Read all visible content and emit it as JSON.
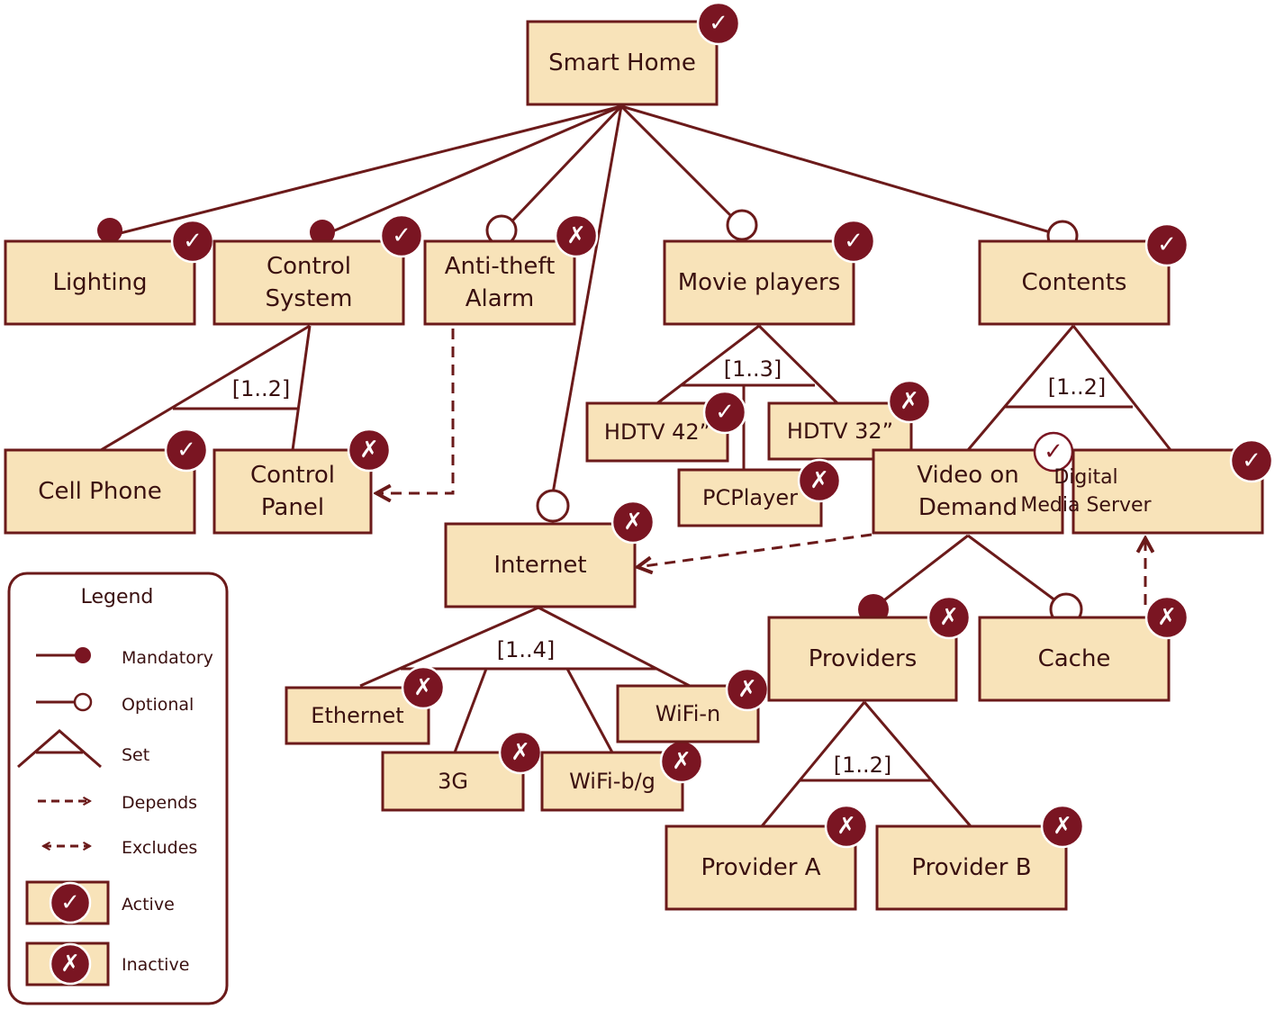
{
  "nodes": {
    "smart_home": {
      "lines": [
        "Smart Home"
      ],
      "state": "active"
    },
    "lighting": {
      "lines": [
        "Lighting"
      ],
      "state": "active"
    },
    "control_system": {
      "lines": [
        "Control",
        "System"
      ],
      "state": "active"
    },
    "anti_theft_alarm": {
      "lines": [
        "Anti-theft",
        "Alarm"
      ],
      "state": "inactive"
    },
    "movie_players": {
      "lines": [
        "Movie players"
      ],
      "state": "active"
    },
    "contents": {
      "lines": [
        "Contents"
      ],
      "state": "active"
    },
    "cell_phone": {
      "lines": [
        "Cell Phone"
      ],
      "state": "active"
    },
    "control_panel": {
      "lines": [
        "Control",
        "Panel"
      ],
      "state": "inactive"
    },
    "hdtv42": {
      "lines": [
        "HDTV 42”"
      ],
      "state": "active"
    },
    "hdtv32": {
      "lines": [
        "HDTV 32”"
      ],
      "state": "inactive"
    },
    "pcplayer": {
      "lines": [
        "PCPlayer"
      ],
      "state": "inactive"
    },
    "video_on_demand": {
      "lines": [
        "Video on",
        "Demand"
      ],
      "state": "active-outline"
    },
    "digital_media_server": {
      "lines": [
        "Digital",
        "Media Server"
      ],
      "state": "active"
    },
    "internet": {
      "lines": [
        "Internet"
      ],
      "state": "inactive"
    },
    "ethernet": {
      "lines": [
        "Ethernet"
      ],
      "state": "inactive"
    },
    "g3": {
      "lines": [
        "3G"
      ],
      "state": "inactive"
    },
    "wifi_bg": {
      "lines": [
        "WiFi-b/g"
      ],
      "state": "inactive"
    },
    "wifi_n": {
      "lines": [
        "WiFi-n"
      ],
      "state": "inactive"
    },
    "providers": {
      "lines": [
        "Providers"
      ],
      "state": "inactive"
    },
    "cache": {
      "lines": [
        "Cache"
      ],
      "state": "inactive"
    },
    "provider_a": {
      "lines": [
        "Provider A"
      ],
      "state": "inactive"
    },
    "provider_b": {
      "lines": [
        "Provider B"
      ],
      "state": "inactive"
    }
  },
  "sets": {
    "control_system": "[1..2]",
    "movie_players": "[1..3]",
    "contents": "[1..2]",
    "internet": "[1..4]",
    "providers": "[1..2]"
  },
  "legend": {
    "title": "Legend",
    "mandatory": "Mandatory",
    "optional": "Optional",
    "set": "Set",
    "depends": "Depends",
    "excludes": "Excludes",
    "active": "Active",
    "inactive": "Inactive"
  },
  "glyphs": {
    "active": "✓",
    "inactive": "✗"
  },
  "colors": {
    "accent": "#7a1522",
    "box_fill": "#f8e3b9",
    "line": "#6b1a1a"
  }
}
